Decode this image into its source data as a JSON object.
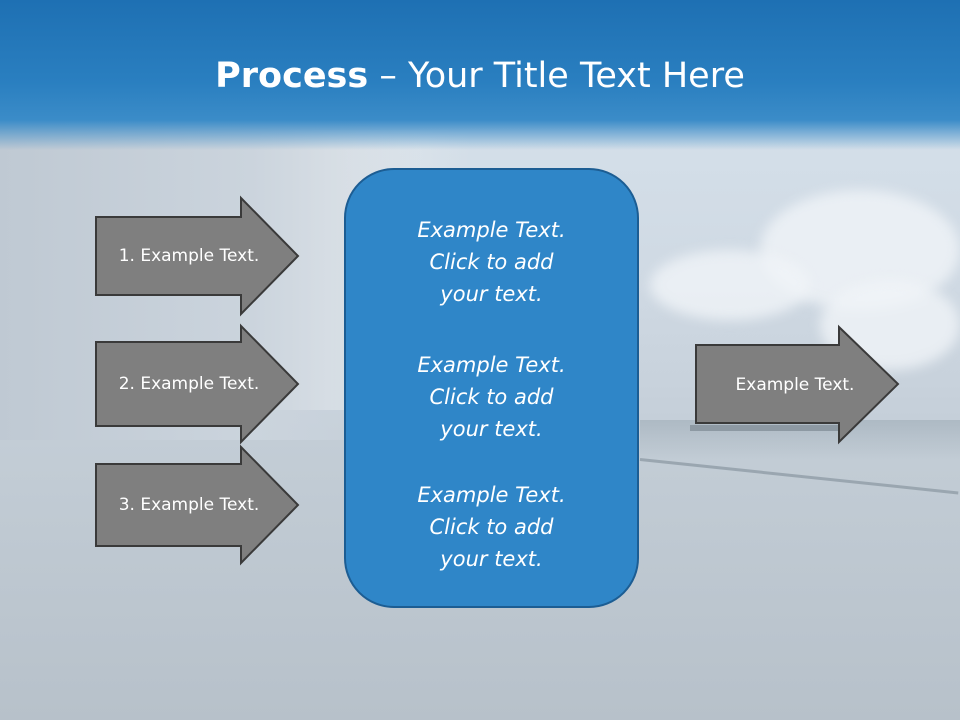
{
  "title": {
    "bold": "Process",
    "rest": " – Your Title Text Here"
  },
  "left_arrows": [
    {
      "label": "1. Example Text."
    },
    {
      "label": "2. Example Text."
    },
    {
      "label": "3. Example Text."
    }
  ],
  "center_box": {
    "paragraphs": [
      "Example Text.\nClick  to add\nyour text.",
      "Example Text.\nClick  to add\nyour text.",
      "Example Text.\nClick  to add\nyour text."
    ]
  },
  "right_arrow": {
    "label": "Example Text."
  },
  "colors": {
    "header": "#1e70b3",
    "center_box_fill": "#2f86c8",
    "center_box_border": "#1c5d93",
    "arrow_fill": "#7f7f7f",
    "arrow_border": "#3a3a3a"
  }
}
